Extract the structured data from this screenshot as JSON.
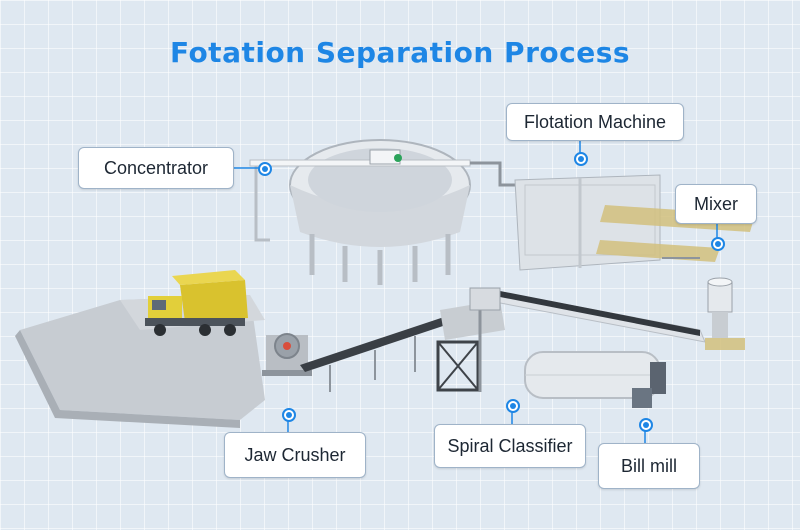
{
  "title": "Fotation Separation Process",
  "colors": {
    "title": "#1e86e5",
    "accent": "#1e86e5",
    "background": "#dfe8f1"
  },
  "labels": {
    "concentrator": "Concentrator",
    "flotation_machine": "Flotation Machine",
    "mixer": "Mixer",
    "jaw_crusher": "Jaw Crusher",
    "spiral_classifier": "Spiral Classifier",
    "bill_mill": "Bill mill"
  }
}
